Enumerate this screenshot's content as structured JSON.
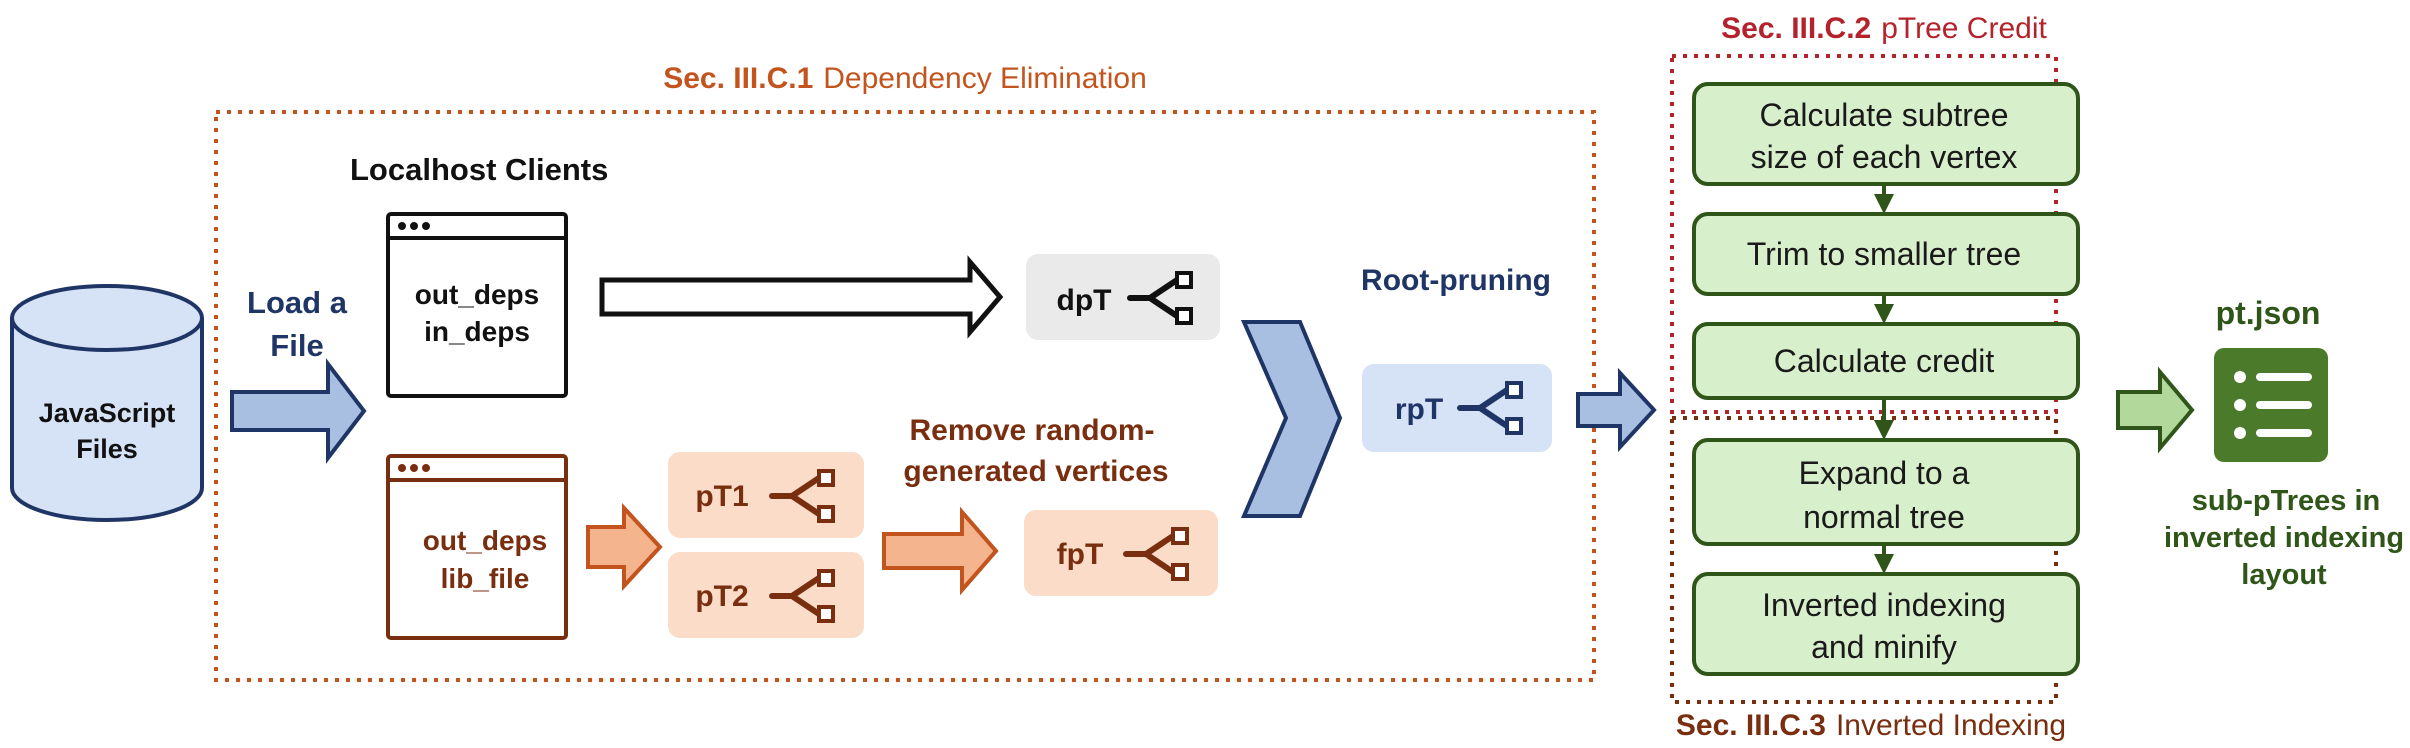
{
  "colors": {
    "orange": "#C3541E",
    "orange_fill": "#F4B48E",
    "orange_light": "#FADCC8",
    "brown": "#7A2E10",
    "navy": "#1F3566",
    "blue_fill": "#A9BFE2",
    "blue_light": "#D6E2F5",
    "grey_light": "#EAEAEA",
    "green_dark": "#2F5518",
    "green_mid": "#4B7A2A",
    "green_fill": "#D8EFCB",
    "green_arrow": "#B3D89B",
    "red": "#B4232B",
    "black": "#111111"
  },
  "source": {
    "label_line1": "JavaScript",
    "label_line2": "Files"
  },
  "load_file": {
    "line1": "Load a",
    "line2": "File"
  },
  "section_c1": {
    "prefix": "Sec. III.C.1",
    "title": "Dependency Elimination"
  },
  "section_c2": {
    "prefix": "Sec. III.C.2",
    "title": "pTree Credit"
  },
  "section_c3": {
    "prefix": "Sec. III.C.3",
    "title": "Inverted Indexing"
  },
  "localhost_title": "Localhost Clients",
  "client_top": {
    "line1": "out_deps",
    "line2": "in_deps",
    "icon": "browser-window-icon"
  },
  "client_bottom": {
    "line1": "out_deps",
    "line2": "lib_file",
    "icon": "browser-window-icon"
  },
  "trees": {
    "dpT": "dpT",
    "pT1": "pT1",
    "pT2": "pT2",
    "fpT": "fpT",
    "rpT": "rpT",
    "icon": "tree-icon"
  },
  "remove_random": {
    "line1": "Remove random-",
    "line2": "generated vertices"
  },
  "root_pruning": "Root-pruning",
  "steps_credit": [
    {
      "line1": "Calculate subtree",
      "line2": "size of each vertex"
    },
    {
      "line1": "Trim to smaller tree",
      "line2": ""
    },
    {
      "line1": "Calculate credit",
      "line2": ""
    }
  ],
  "steps_index": [
    {
      "line1": "Expand to a",
      "line2": "normal tree"
    },
    {
      "line1": "Inverted indexing",
      "line2": "and minify"
    }
  ],
  "output": {
    "title": "pt.json",
    "icon": "list-document-icon",
    "caption_line1": "sub-pTrees in",
    "caption_line2": "inverted indexing",
    "caption_line3": "layout"
  }
}
